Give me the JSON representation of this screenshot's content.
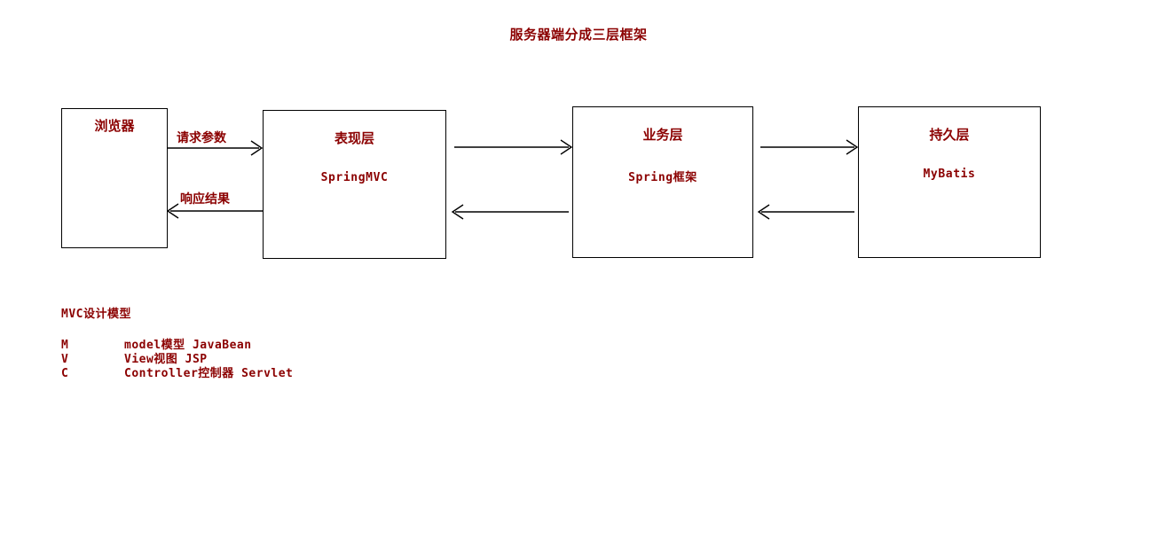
{
  "title": "服务器端分成三层框架",
  "colors": {
    "text_red": "#8B0000",
    "line_black": "#000000",
    "background": "#FFFFFF"
  },
  "boxes": [
    {
      "id": "browser",
      "title": "浏览器",
      "tech": ""
    },
    {
      "id": "presentation",
      "title": "表现层",
      "tech": "SpringMVC"
    },
    {
      "id": "business",
      "title": "业务层",
      "tech": "Spring框架"
    },
    {
      "id": "persistence",
      "title": "持久层",
      "tech": "MyBatis"
    }
  ],
  "edge_labels": {
    "request": "请求参数",
    "response": "响应结果"
  },
  "mvc": {
    "heading": "MVC设计模型",
    "rows": [
      {
        "key": "M",
        "desc": "model模型 JavaBean"
      },
      {
        "key": "V",
        "desc": "View视图 JSP"
      },
      {
        "key": "C",
        "desc": "Controller控制器 Servlet"
      }
    ]
  }
}
